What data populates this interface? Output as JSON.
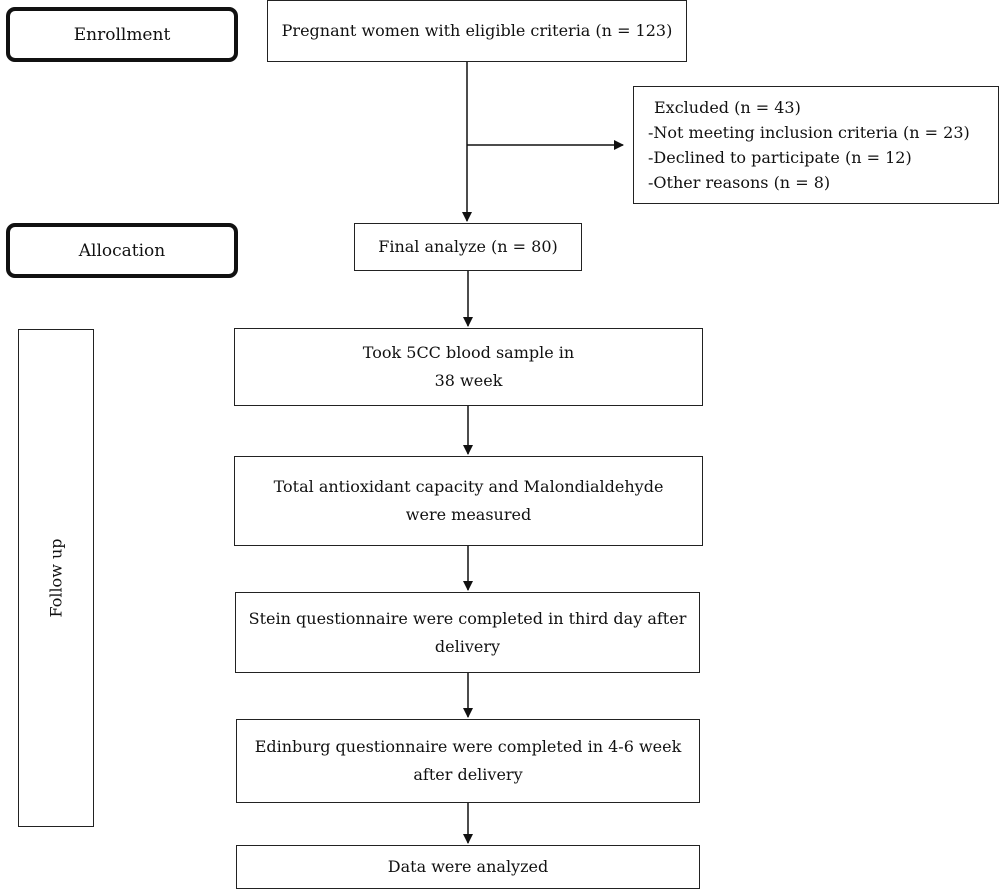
{
  "stages": {
    "enrollment": "Enrollment",
    "allocation": "Allocation",
    "follow_up": "Follow up"
  },
  "boxes": {
    "eligible": "Pregnant women with eligible criteria (n = 123)",
    "final_analyze": "Final analyze (n = 80)",
    "blood_sample_line1": "Took 5CC blood sample in",
    "blood_sample_line2": "38 week",
    "measured_line1": "Total antioxidant capacity and Malondialdehyde",
    "measured_line2": "were measured",
    "stein_line1": "Stein questionnaire were completed in third day after",
    "stein_line2": "delivery",
    "edinburg_line1": "Edinburg questionnaire were completed in 4-6 week",
    "edinburg_line2": "after delivery",
    "data_analyzed": "Data were analyzed"
  },
  "excluded": {
    "title": "Excluded (n = 43)",
    "items": [
      "-Not meeting inclusion criteria (n = 23)",
      "-Declined to participate (n = 12)",
      "-Other reasons (n = 8)"
    ]
  }
}
